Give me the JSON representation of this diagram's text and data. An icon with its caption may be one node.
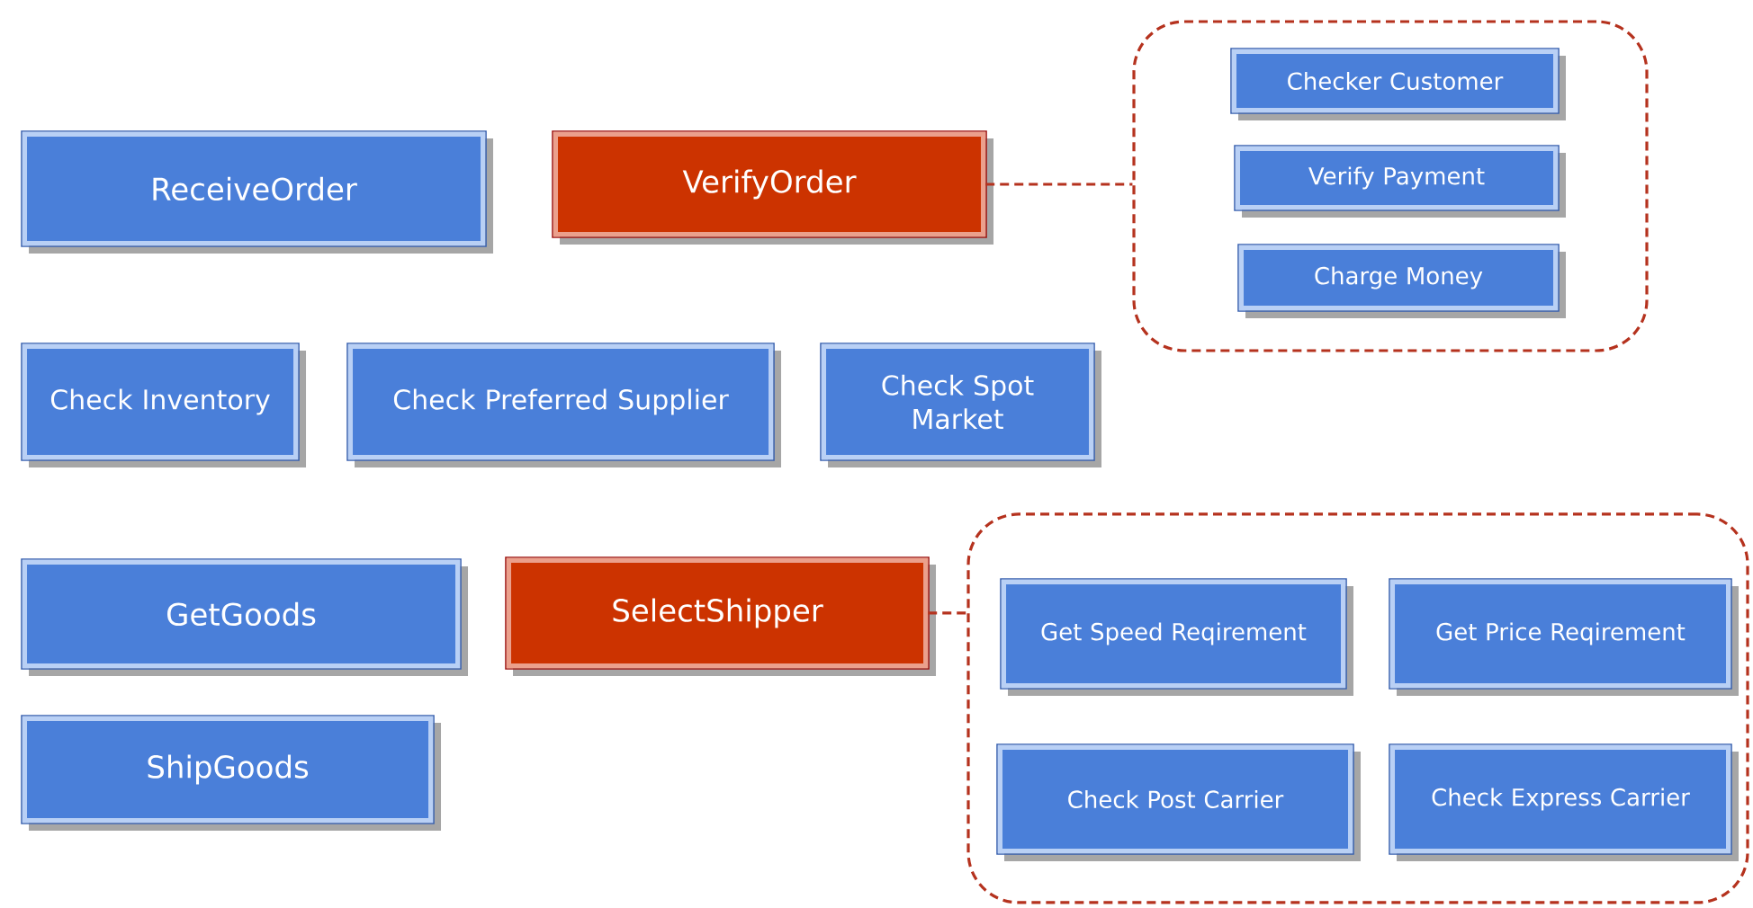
{
  "diagram": {
    "nodes": [
      {
        "text": [
          "ReceiveOrder"
        ]
      },
      {
        "text": [
          "VerifyOrder"
        ]
      },
      {
        "text": [],
        "shape": "box"
      },
      {
        "text": [
          "Checker Customer"
        ],
        "in": 2
      },
      {
        "text": [
          "Verify Payment"
        ],
        "in": 2
      },
      {
        "text": [
          "Charge Money"
        ],
        "in": 2
      },
      {
        "text": [
          "Check Inventory"
        ]
      },
      {
        "text": [
          "Check Preferred Supplier"
        ]
      },
      {
        "text": [
          "Check Spot Market"
        ]
      },
      {
        "text": [
          "GetGoods"
        ]
      },
      {
        "text": [
          "SelectShipper"
        ]
      },
      {
        "text": [],
        "shape": "box"
      },
      {
        "text": [
          "Get Speed Reqirement"
        ],
        "in": 11
      },
      {
        "text": [
          "Get Price Reqirement"
        ],
        "in": 11
      },
      {
        "text": [
          "Check Post Carrier"
        ],
        "in": 11
      },
      {
        "text": [
          "Check Express Carrier"
        ],
        "in": 11
      },
      {
        "text": [
          "ShipGoods"
        ]
      }
    ],
    "edges": [
      {
        "from": 1,
        "to": 2,
        "arrow": "none",
        "style": "dashed",
        "color": "#b5321e"
      },
      {
        "from": 10,
        "to": 11,
        "arrow": "none",
        "style": "dashed",
        "color": "#b5321e"
      }
    ]
  }
}
